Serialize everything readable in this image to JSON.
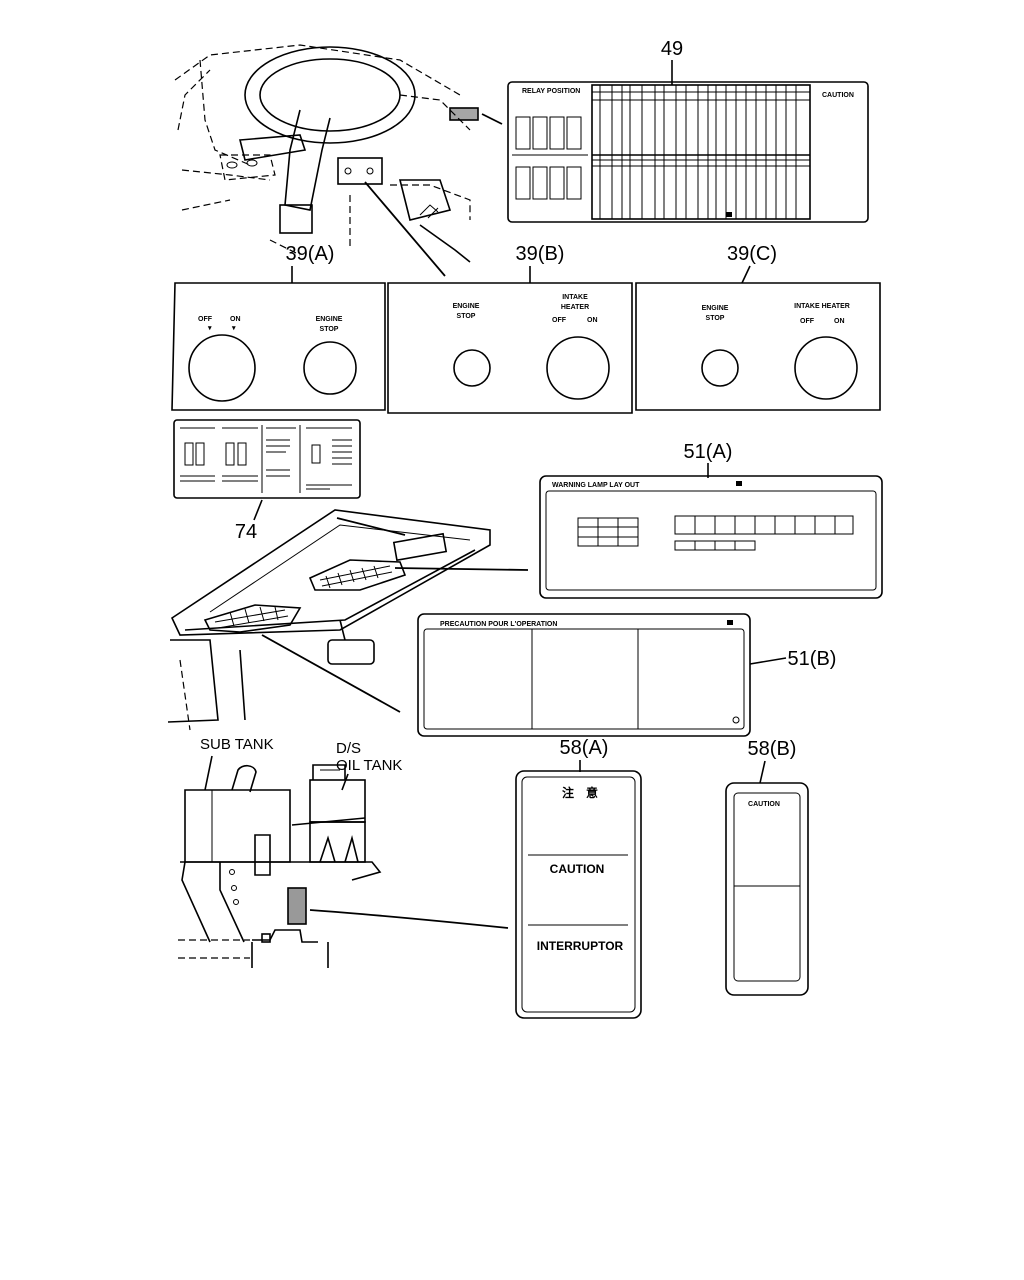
{
  "callouts": {
    "c49": "49",
    "c39a": "39(A)",
    "c39b": "39(B)",
    "c39c": "39(C)",
    "c74": "74",
    "c51a": "51(A)",
    "c51b": "51(B)",
    "c58a": "58(A)",
    "c58b": "58(B)"
  },
  "labels": {
    "sub_tank": "SUB TANK",
    "ds": "D/S",
    "oil_tank": "OIL TANK"
  },
  "decal49": {
    "left_title": "RELAY POSITION",
    "right_title": "CAUTION"
  },
  "decal39a": {
    "off": "OFF",
    "on": "ON",
    "engine": "ENGINE",
    "stop": "STOP"
  },
  "decal39b": {
    "engine": "ENGINE",
    "stop": "STOP",
    "intake": "INTAKE",
    "heater": "HEATER",
    "off": "OFF",
    "on": "ON"
  },
  "decal39c": {
    "engine": "ENGINE",
    "stop": "STOP",
    "intake_heater": "INTAKE HEATER",
    "off": "OFF",
    "on": "ON"
  },
  "decal51a": {
    "title": "WARNING LAMP LAY OUT"
  },
  "decal51b": {
    "title": "PRECAUTION POUR L'OPERATION"
  },
  "decal58a": {
    "top": "注　意",
    "middle": "CAUTION",
    "bottom": "INTERRUPTOR"
  },
  "decal58b": {
    "top": "CAUTION"
  }
}
